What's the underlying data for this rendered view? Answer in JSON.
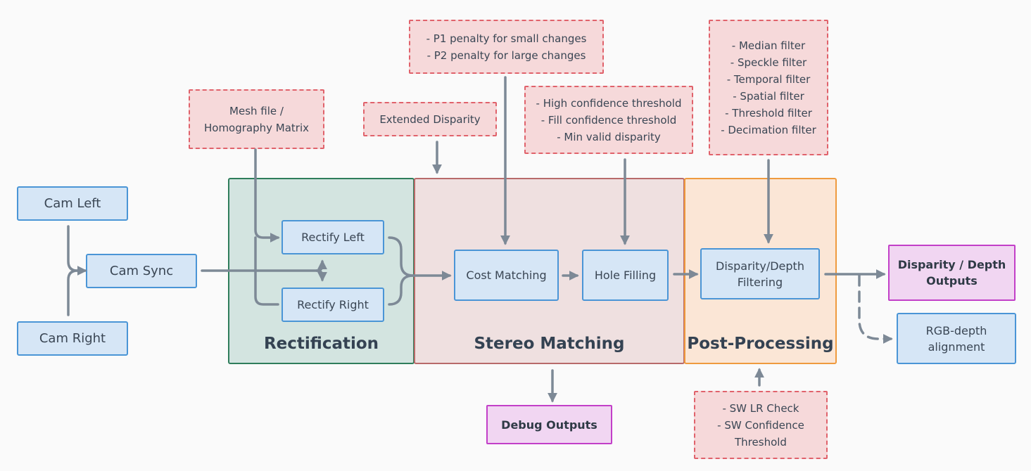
{
  "nodes": {
    "cam_left": "Cam Left",
    "cam_right": "Cam Right",
    "cam_sync": "Cam Sync",
    "rectify_left": "Rectify Left",
    "rectify_right": "Rectify Right",
    "cost_matching": "Cost Matching",
    "hole_filling": "Hole Filling",
    "filtering": "Disparity/Depth\nFiltering",
    "rgb_alignment": "RGB-depth\nalignment"
  },
  "outputs": {
    "disparity_depth": "Disparity / Depth\nOutputs",
    "debug": "Debug Outputs"
  },
  "groups": {
    "rectification": "Rectification",
    "stereo_matching": "Stereo Matching",
    "post_processing": "Post-Processing"
  },
  "notes": {
    "mesh": "Mesh file /\nHomography Matrix",
    "extended_disparity": "Extended Disparity",
    "penalties": "- P1 penalty for small changes\n- P2 penalty for large changes",
    "confidence": "- High confidence threshold\n- Fill confidence threshold\n- Min valid disparity",
    "filters": "- Median filter\n- Speckle filter\n- Temporal filter\n- Spatial filter\n- Threshold filter\n- Decimation filter",
    "sw_checks": "- SW LR Check\n- SW Confidence\nThreshold"
  },
  "colors": {
    "rectification_bg": "#d3e4e0",
    "rectification_border": "#2e7d5b",
    "stereo_bg": "#efe0e0",
    "stereo_border": "#b86a6a",
    "post_bg": "#fbe6d6",
    "post_border": "#ef9a3e",
    "node_bg": "#d6e6f6",
    "node_border": "#4a95d6",
    "note_bg": "#f6d9da",
    "note_border": "#e0626b",
    "output_bg": "#f1d6f2",
    "output_border": "#c23fc8",
    "arrow": "#7d8996"
  }
}
